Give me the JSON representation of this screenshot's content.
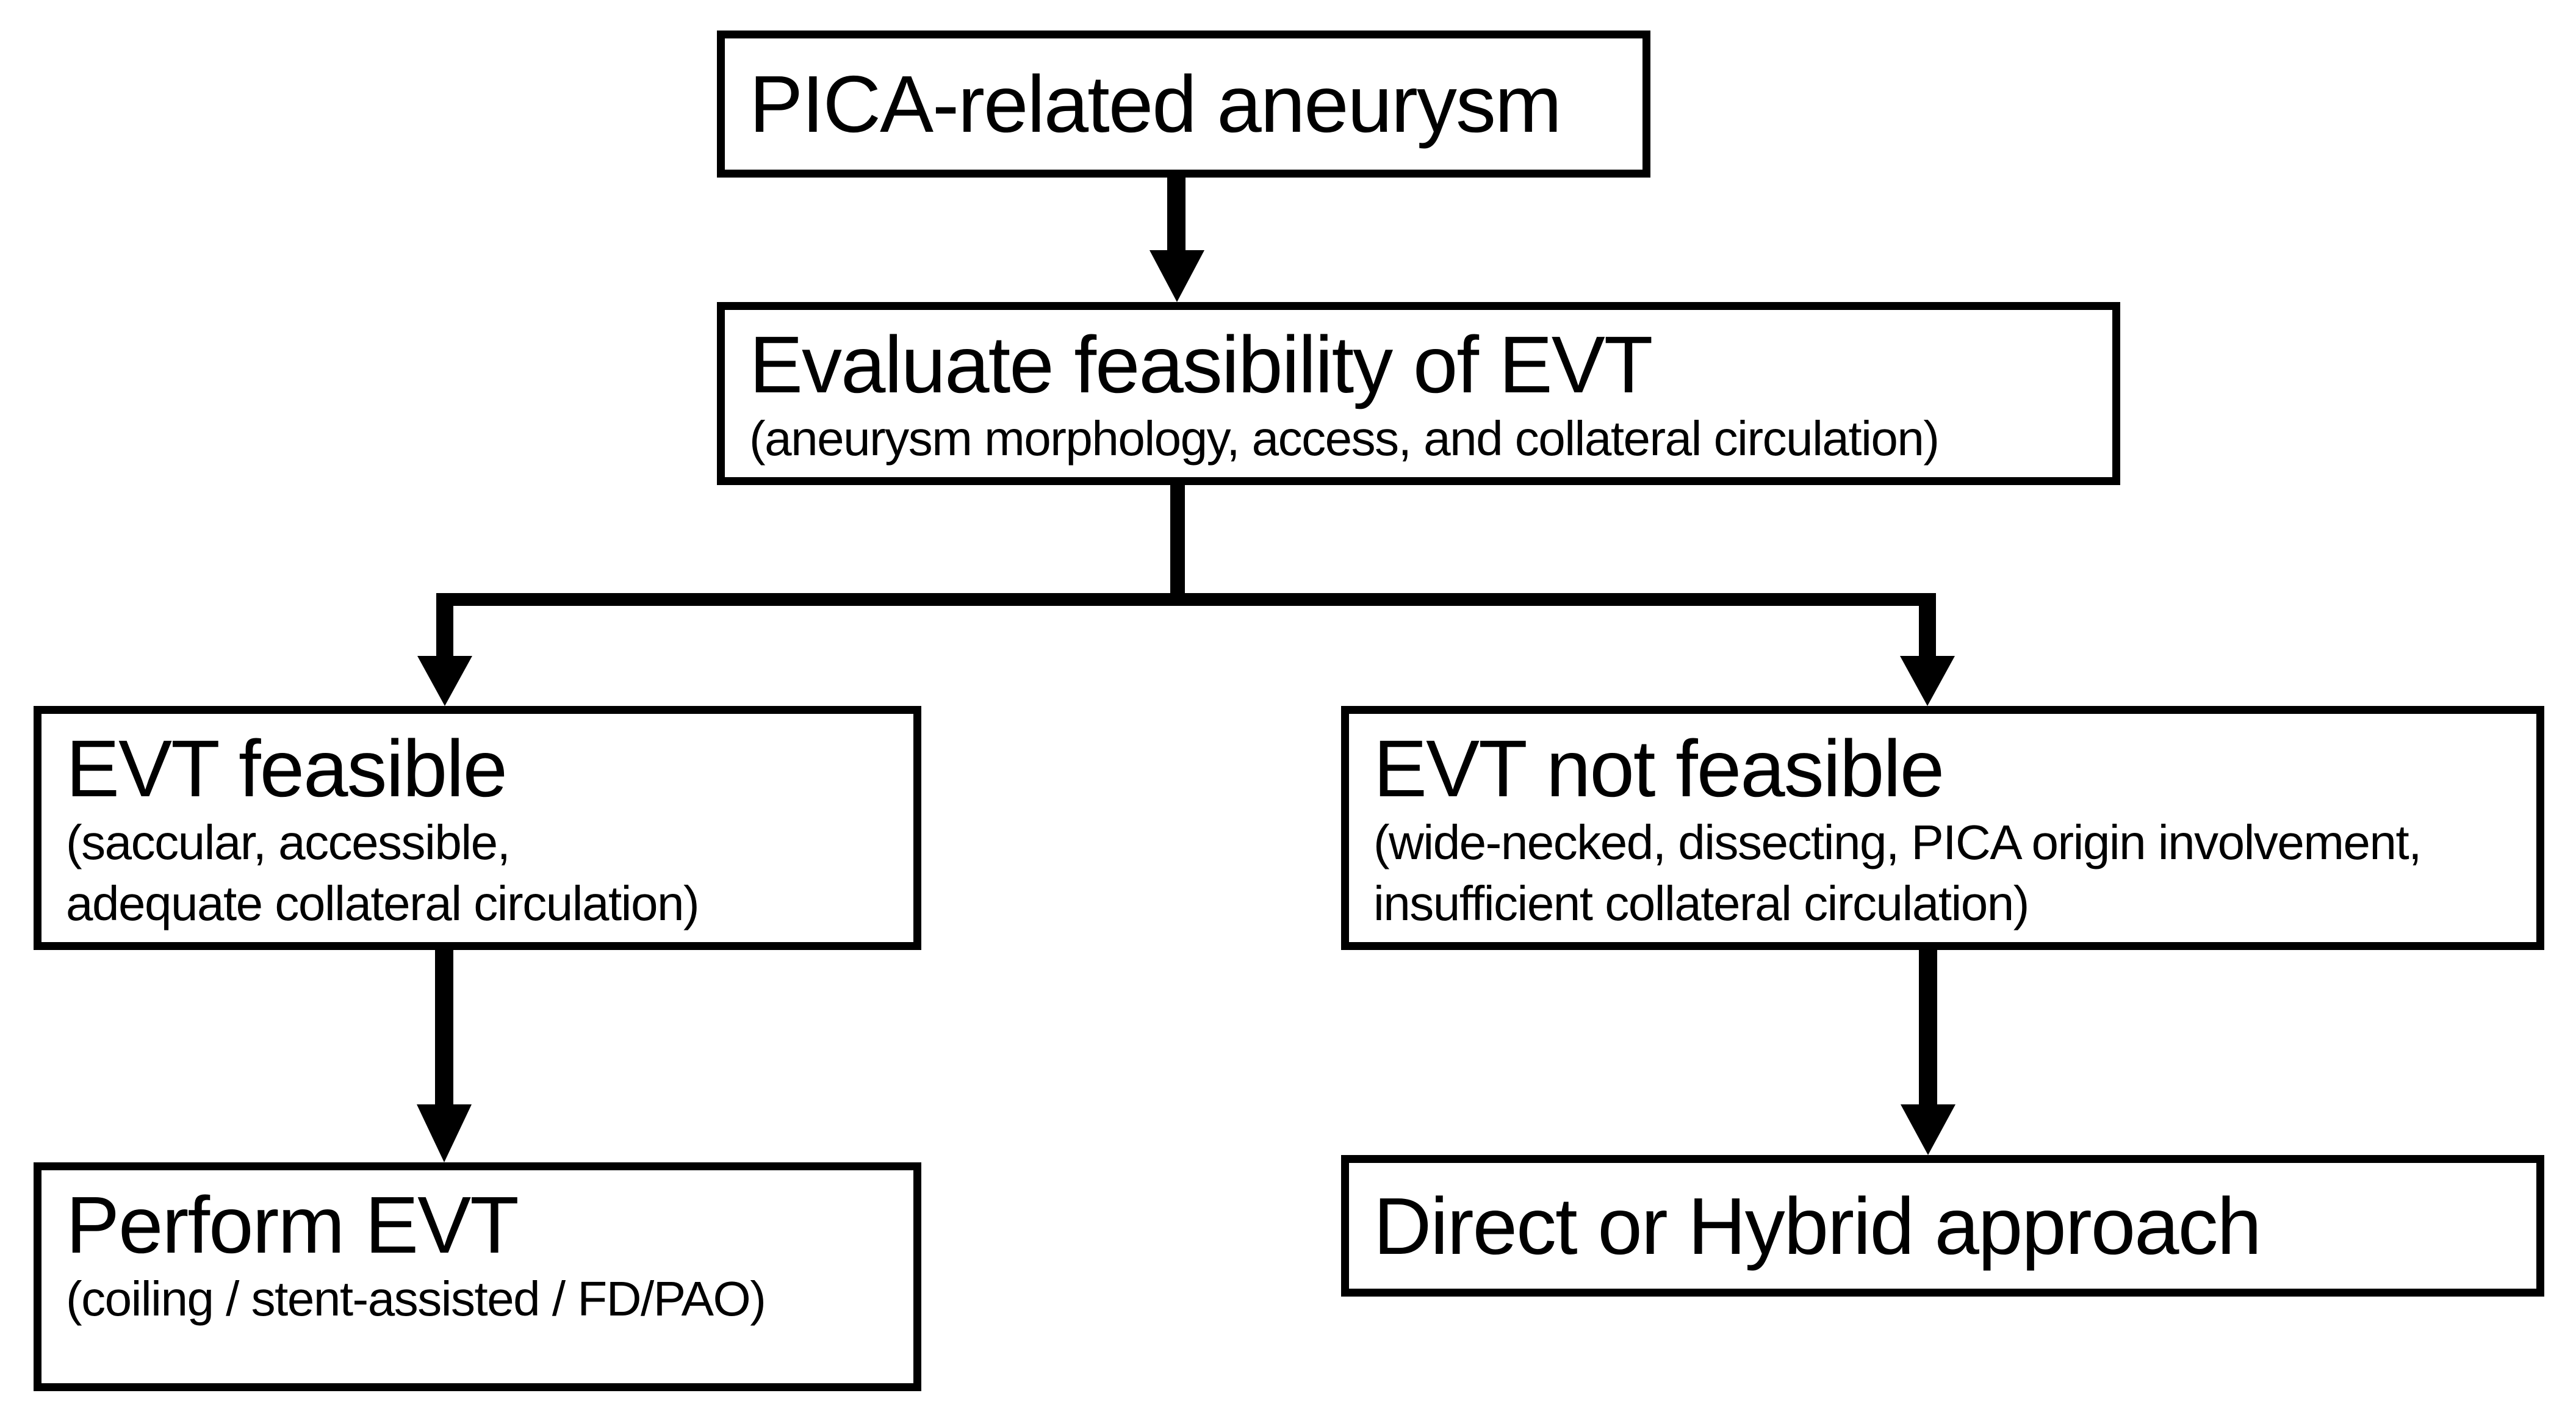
{
  "colors": {
    "line": "#000000",
    "background": "#ffffff",
    "text": "#000000"
  },
  "diagram": {
    "type": "flowchart",
    "nodes": [
      {
        "id": "pica",
        "title": "PICA-related aneurysm",
        "subtitle_lines": []
      },
      {
        "id": "evaluate",
        "title": "Evaluate feasibility of EVT",
        "subtitle_lines": [
          "(aneurysm morphology, access, and collateral circulation)"
        ]
      },
      {
        "id": "feasible",
        "title": "EVT feasible",
        "subtitle_lines": [
          "(saccular, accessible,",
          "adequate collateral circulation)"
        ]
      },
      {
        "id": "not-feasible",
        "title": "EVT not feasible",
        "subtitle_lines": [
          "(wide-necked, dissecting, PICA origin involvement,",
          "insufficient collateral circulation)"
        ]
      },
      {
        "id": "perform-evt",
        "title": "Perform EVT",
        "subtitle_lines": [
          "(coiling / stent-assisted / FD/PAO)"
        ]
      },
      {
        "id": "direct-hybrid",
        "title": "Direct or Hybrid approach",
        "subtitle_lines": []
      }
    ],
    "edges": [
      {
        "from": "pica",
        "to": "evaluate"
      },
      {
        "from": "evaluate",
        "to": "feasible"
      },
      {
        "from": "evaluate",
        "to": "not-feasible"
      },
      {
        "from": "feasible",
        "to": "perform-evt"
      },
      {
        "from": "not-feasible",
        "to": "direct-hybrid"
      }
    ]
  }
}
